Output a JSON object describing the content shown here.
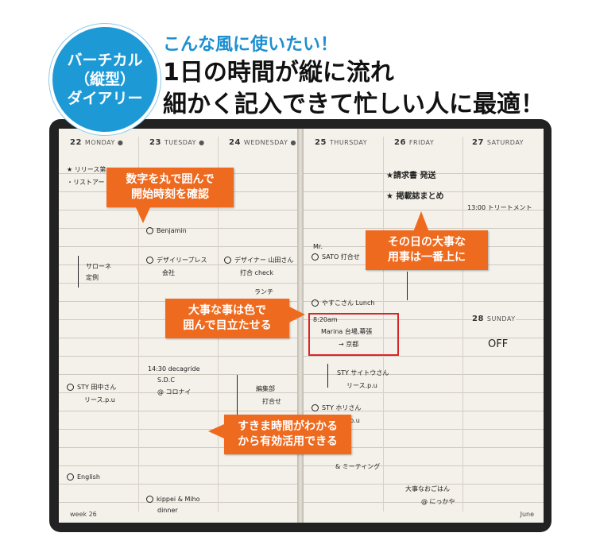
{
  "badge": {
    "line1": "バーチカル",
    "line2": "（縦型）",
    "line3": "ダイアリー"
  },
  "subhead": "こんな風に使いたい！",
  "headline": {
    "line1": "1日の時間が縦に流れ",
    "line2": "細かく記入できて忙しい人に最適！"
  },
  "days": [
    {
      "num": "22",
      "name": "MONDAY"
    },
    {
      "num": "23",
      "name": "TUESDAY"
    },
    {
      "num": "24",
      "name": "WEDNESDAY"
    },
    {
      "num": "25",
      "name": "THURSDAY"
    },
    {
      "num": "26",
      "name": "FRIDAY"
    },
    {
      "num": "27",
      "name": "SATURDAY"
    },
    {
      "num": "28",
      "name": "SUNDAY"
    }
  ],
  "footer": {
    "week": "week 26",
    "month": "June"
  },
  "callouts": {
    "circle": {
      "line1": "数字を丸で囲んで",
      "line2": "開始時刻を確認"
    },
    "top": {
      "line1": "その日の大事な",
      "line2": "用事は一番上に"
    },
    "color": {
      "line1": "大事な事は色で",
      "line2": "囲んで目立たせる"
    },
    "gap": {
      "line1": "すきま時間がわかる",
      "line2": "から有効活用できる"
    }
  },
  "handwriting": {
    "mon_note1": "★ リリース第",
    "mon_note2": "・リストアー",
    "mon_side1": "サローネ",
    "mon_side2": "定例",
    "mon_sty1": "STY 田中さん",
    "mon_sty2": "リース.p.u",
    "mon_english": "English",
    "mon_week": "week 26",
    "tue_benjamin": "Benjamin",
    "tue_design1": "デザイリープレス",
    "tue_design2": "会社",
    "tue_decagride1": "14:30 decagride",
    "tue_decagride2": "S.D.C",
    "tue_decagride3": "@ コロナイ",
    "tue_kippei1": "kippei & Miho",
    "tue_kippei2": "dinner",
    "wed_designer1": "デザイナー 山田さん",
    "wed_designer2": "打合 check",
    "wed_lunch": "ランチ",
    "wed_hensyu1": "編集部",
    "wed_hensyu2": "打合せ",
    "thu_sato1": "Mr.",
    "thu_sato2": "SATO 打合せ",
    "thu_lunch": "やすこさん Lunch",
    "thu_marina1": "8:20am",
    "thu_marina2": "Marina 台場,幕張",
    "thu_marina3": "→ 京都",
    "thu_sty1": "STY サイトウさん",
    "thu_sty2": "リース.p.u",
    "thu_sty3": "STY ホリさん",
    "thu_sty4": "リース.p.u",
    "thu_meeting": "& ミーティング",
    "fri_top1": "★請求書 発送",
    "fri_top2": "★ 掲載誌まとめ",
    "fri_dinner1": "大事なおごはん",
    "fri_dinner2": "@ にっかや",
    "sat_treat": "13:00 トリートメント",
    "sun_off": "OFF"
  }
}
